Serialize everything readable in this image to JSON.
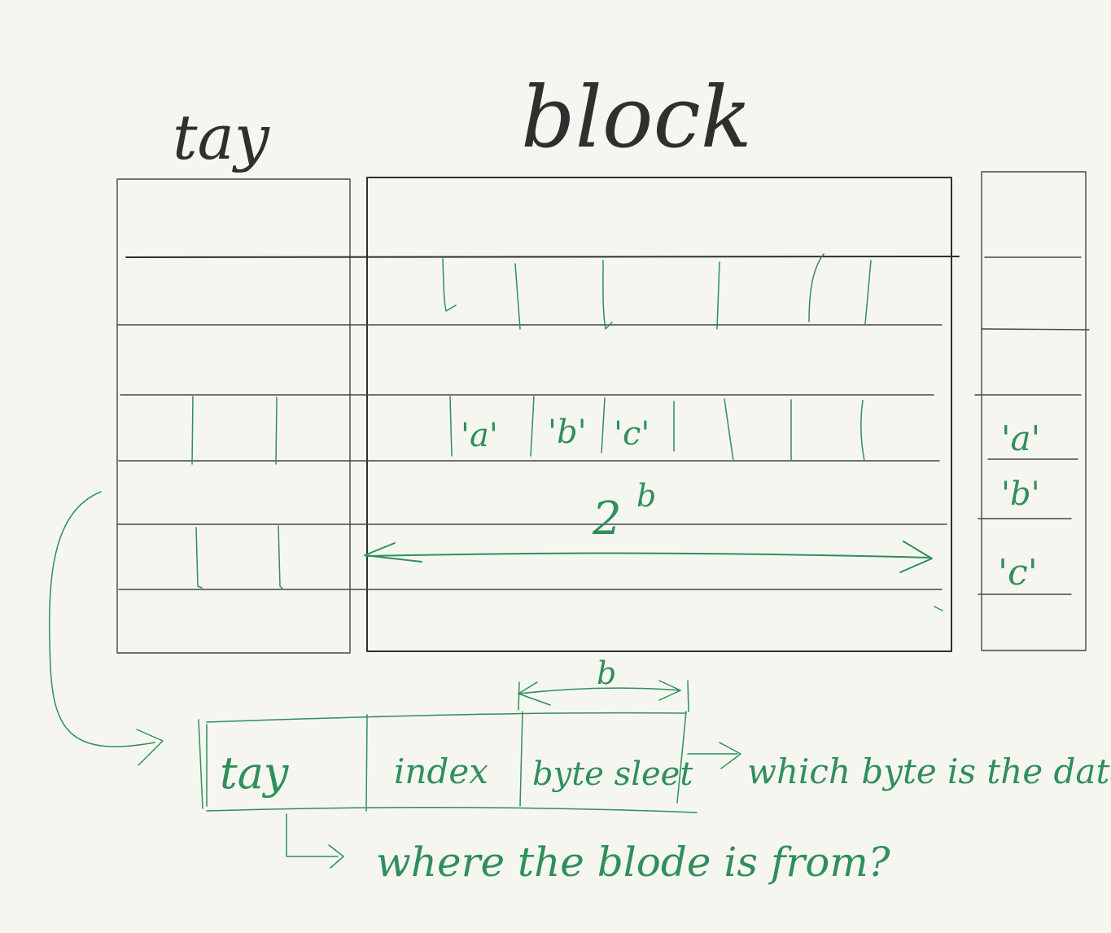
{
  "headings": {
    "tag": "tay",
    "block": "block"
  },
  "block_cells": {
    "a": "'a'",
    "b": "'b'",
    "c": "'c'"
  },
  "cache_cells": {
    "a": "'a'",
    "b": "'b'",
    "c": "'c'"
  },
  "labels": {
    "block_size": "2",
    "block_size_exp": "b",
    "offset_width": "b"
  },
  "address": {
    "tag": "tay",
    "index": "index",
    "offset": "byte sleet"
  },
  "notes": {
    "offset": "which byte is the data",
    "tag": "where the blode is from?"
  },
  "colors": {
    "ink": "#2f2f2f",
    "annotation": "#2f8f5b",
    "paper": "#f6f6f1"
  }
}
